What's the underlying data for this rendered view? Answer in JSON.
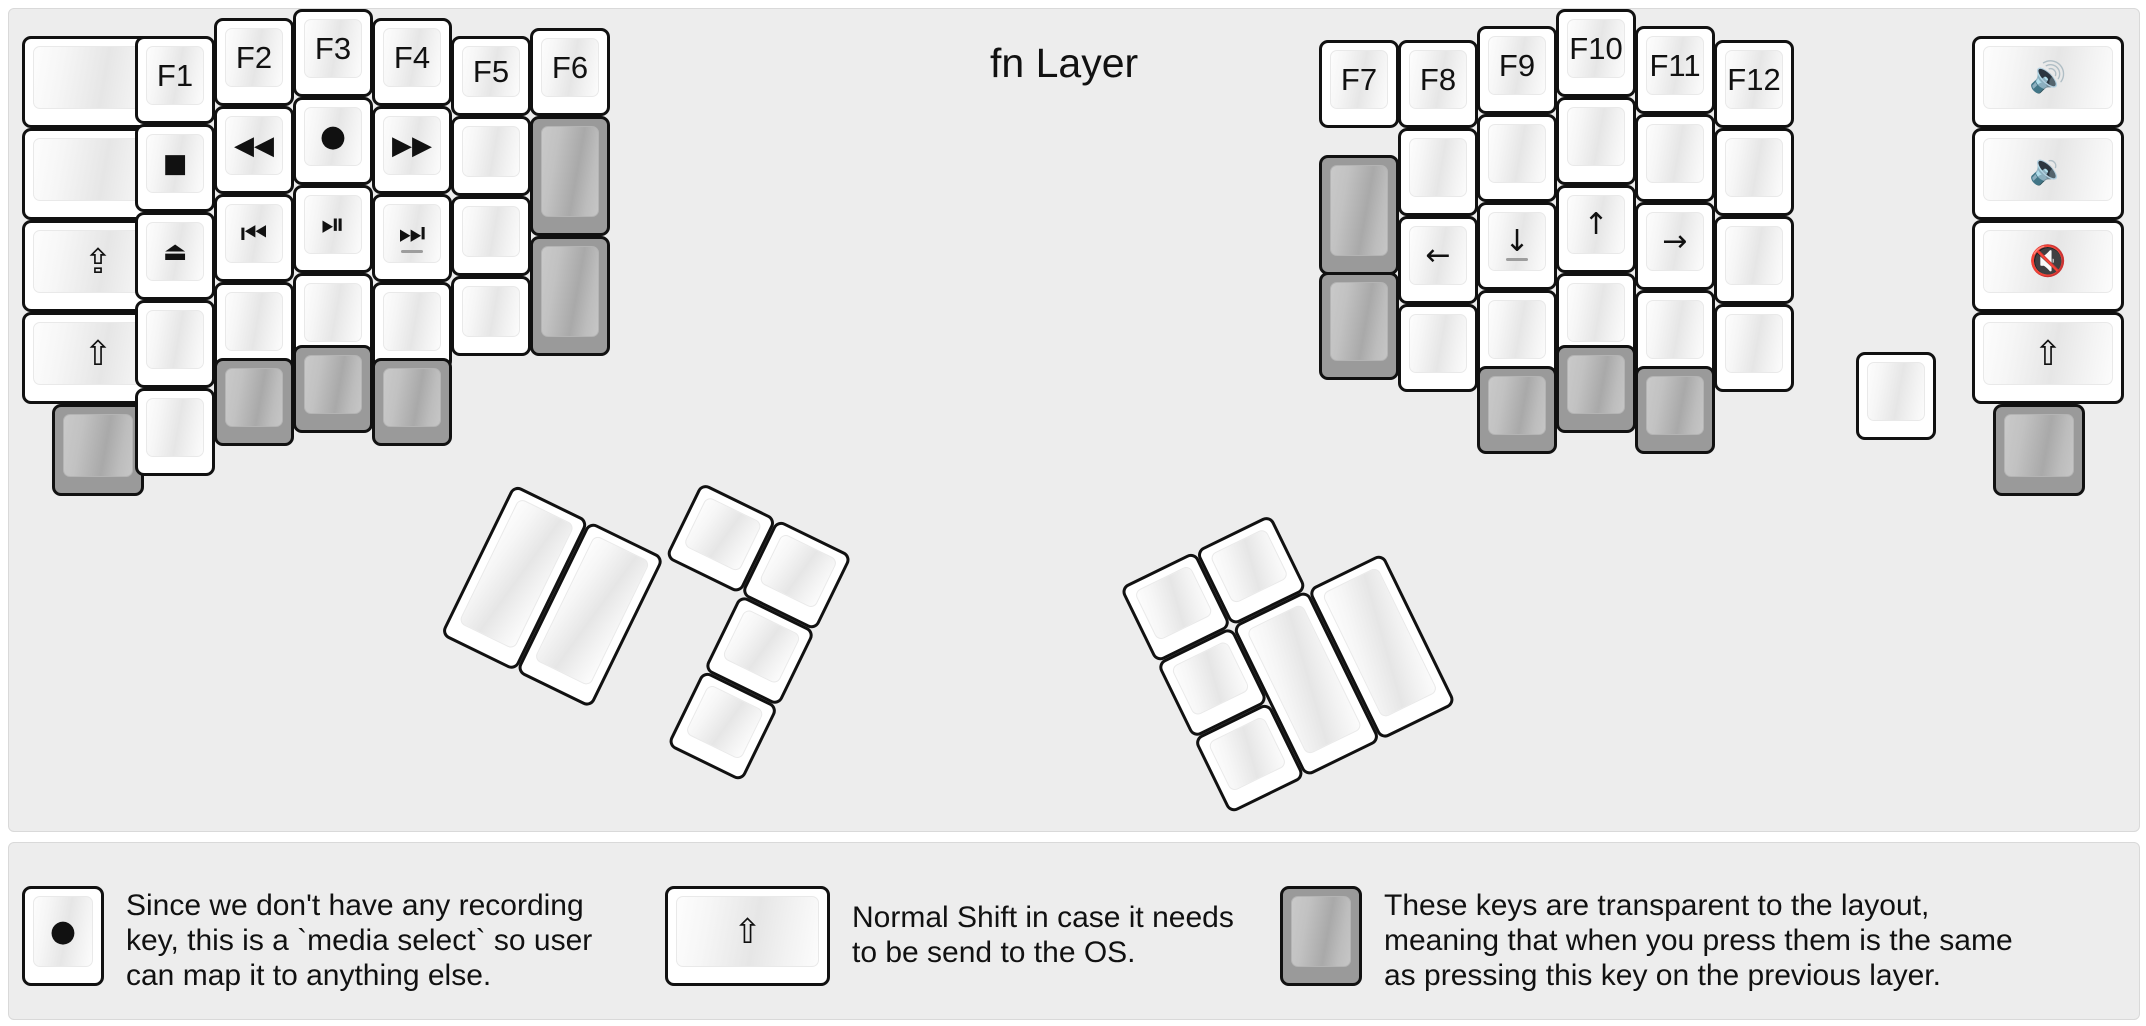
{
  "title": "fn Layer",
  "colors": {
    "background": "#ededed",
    "key_face": "#ffffff",
    "key_outline": "#111111",
    "transparent_key": "#9a9a9a",
    "text": "#111111"
  },
  "glyphs": {
    "record": "●",
    "stop": "■",
    "eject": "⏏",
    "rewind": "◀◀",
    "fast_forward": "▶▶",
    "prev_track": "⏮",
    "play_pause": "⏯",
    "next_track": "⏭",
    "caps_lock": "⇪",
    "shift": "⇧",
    "arrow_left": "←",
    "arrow_down": "↓",
    "arrow_up": "↑",
    "arrow_right": "→",
    "volume_up": "🔊",
    "volume_down": "🔉",
    "volume_mute": "🔇"
  },
  "left_half": {
    "columns": [
      {
        "name": "col-outer-left",
        "keys": [
          {
            "label": "",
            "icon": "",
            "type": "normal",
            "size": "1.5u"
          },
          {
            "label": "",
            "icon": "",
            "type": "normal",
            "size": "1.5u"
          },
          {
            "label": "",
            "icon": "caps-lock-icon",
            "glyph": "⇪",
            "type": "normal",
            "size": "1.5u"
          },
          {
            "label": "",
            "icon": "shift-icon",
            "glyph": "⇧",
            "type": "normal",
            "size": "1.5u"
          },
          {
            "label": "",
            "icon": "",
            "type": "transparent",
            "size": "1u"
          }
        ]
      },
      {
        "name": "col-f1",
        "keys": [
          {
            "label": "F1",
            "type": "normal"
          },
          {
            "label": "",
            "icon": "stop-icon",
            "glyph": "■",
            "type": "normal"
          },
          {
            "label": "",
            "icon": "eject-icon",
            "glyph": "⏏",
            "type": "normal"
          },
          {
            "label": "",
            "type": "normal"
          },
          {
            "label": "",
            "type": "normal"
          }
        ]
      },
      {
        "name": "col-f2",
        "keys": [
          {
            "label": "F2",
            "type": "normal"
          },
          {
            "label": "",
            "icon": "rewind-icon",
            "glyph": "◀◀",
            "type": "normal"
          },
          {
            "label": "",
            "icon": "previous-track-icon",
            "glyph": "⏮",
            "type": "normal"
          },
          {
            "label": "",
            "type": "normal"
          },
          {
            "label": "",
            "type": "transparent"
          }
        ]
      },
      {
        "name": "col-f3",
        "keys": [
          {
            "label": "F3",
            "type": "normal"
          },
          {
            "label": "",
            "icon": "record-icon",
            "glyph": "●",
            "type": "normal"
          },
          {
            "label": "",
            "icon": "play-pause-icon",
            "glyph": "⏯",
            "type": "normal"
          },
          {
            "label": "",
            "type": "normal"
          },
          {
            "label": "",
            "type": "transparent"
          }
        ]
      },
      {
        "name": "col-f4",
        "keys": [
          {
            "label": "F4",
            "type": "normal"
          },
          {
            "label": "",
            "icon": "fast-forward-icon",
            "glyph": "▶▶",
            "type": "normal"
          },
          {
            "label": "",
            "icon": "next-track-icon",
            "glyph": "⏭",
            "type": "normal",
            "undermark": true
          },
          {
            "label": "",
            "type": "normal"
          },
          {
            "label": "",
            "type": "transparent"
          }
        ]
      },
      {
        "name": "col-f5",
        "keys": [
          {
            "label": "F5",
            "type": "normal"
          },
          {
            "label": "",
            "type": "normal"
          },
          {
            "label": "",
            "type": "normal"
          },
          {
            "label": "",
            "type": "normal"
          }
        ]
      },
      {
        "name": "col-f6",
        "keys": [
          {
            "label": "F6",
            "type": "normal"
          },
          {
            "label": "",
            "type": "transparent",
            "size": "1.5u-tall"
          },
          {
            "label": "",
            "type": "transparent",
            "size": "1.5u-tall"
          }
        ]
      }
    ],
    "thumb_cluster": {
      "name": "left-thumb-cluster",
      "keys": [
        {
          "label": "",
          "type": "normal",
          "size": "2u"
        },
        {
          "label": "",
          "type": "normal",
          "size": "2u"
        },
        {
          "label": "",
          "type": "normal",
          "size": "1u"
        },
        {
          "label": "",
          "type": "normal",
          "size": "1u"
        },
        {
          "label": "",
          "type": "normal",
          "size": "1u"
        },
        {
          "label": "",
          "type": "normal",
          "size": "1u"
        }
      ]
    }
  },
  "right_half": {
    "columns": [
      {
        "name": "col-f7",
        "keys": [
          {
            "label": "F7",
            "type": "normal"
          },
          {
            "label": "",
            "type": "transparent",
            "size": "1.5u-tall"
          },
          {
            "label": "",
            "type": "transparent",
            "size": "1.5u-tall"
          }
        ]
      },
      {
        "name": "col-f8",
        "keys": [
          {
            "label": "F8",
            "type": "normal"
          },
          {
            "label": "",
            "type": "normal"
          },
          {
            "label": "",
            "icon": "arrow-left-icon",
            "glyph": "←",
            "type": "normal"
          },
          {
            "label": "",
            "type": "normal"
          }
        ]
      },
      {
        "name": "col-f9",
        "keys": [
          {
            "label": "F9",
            "type": "normal"
          },
          {
            "label": "",
            "type": "normal"
          },
          {
            "label": "",
            "icon": "arrow-down-icon",
            "glyph": "↓",
            "type": "normal",
            "undermark": true
          },
          {
            "label": "",
            "type": "normal"
          },
          {
            "label": "",
            "type": "transparent"
          }
        ]
      },
      {
        "name": "col-f10",
        "keys": [
          {
            "label": "F10",
            "type": "normal"
          },
          {
            "label": "",
            "type": "normal"
          },
          {
            "label": "",
            "icon": "arrow-up-icon",
            "glyph": "↑",
            "type": "normal"
          },
          {
            "label": "",
            "type": "normal"
          },
          {
            "label": "",
            "type": "transparent"
          }
        ]
      },
      {
        "name": "col-f11",
        "keys": [
          {
            "label": "F11",
            "type": "normal"
          },
          {
            "label": "",
            "type": "normal"
          },
          {
            "label": "",
            "icon": "arrow-right-icon",
            "glyph": "→",
            "type": "normal"
          },
          {
            "label": "",
            "type": "normal"
          },
          {
            "label": "",
            "type": "transparent"
          }
        ]
      },
      {
        "name": "col-f12",
        "keys": [
          {
            "label": "F12",
            "type": "normal"
          },
          {
            "label": "",
            "type": "normal"
          },
          {
            "label": "",
            "type": "normal"
          },
          {
            "label": "",
            "type": "normal"
          },
          {
            "label": "",
            "type": "normal"
          }
        ]
      },
      {
        "name": "col-outer-right",
        "keys": [
          {
            "label": "",
            "icon": "volume-up-icon",
            "glyph": "🔊",
            "type": "normal",
            "size": "1.5u"
          },
          {
            "label": "",
            "icon": "volume-down-icon",
            "glyph": "🔉",
            "type": "normal",
            "size": "1.5u"
          },
          {
            "label": "",
            "icon": "volume-mute-icon",
            "glyph": "🔇",
            "type": "normal",
            "size": "1.5u"
          },
          {
            "label": "",
            "icon": "shift-icon",
            "glyph": "⇧",
            "type": "normal",
            "size": "1.5u"
          },
          {
            "label": "",
            "type": "transparent",
            "size": "1u"
          }
        ]
      }
    ],
    "thumb_cluster": {
      "name": "right-thumb-cluster",
      "keys": [
        {
          "label": "",
          "type": "normal",
          "size": "1u"
        },
        {
          "label": "",
          "type": "normal",
          "size": "1u"
        },
        {
          "label": "",
          "type": "normal",
          "size": "1u"
        },
        {
          "label": "",
          "type": "normal",
          "size": "1u"
        },
        {
          "label": "",
          "type": "normal",
          "size": "2u"
        },
        {
          "label": "",
          "type": "normal",
          "size": "2u"
        }
      ]
    }
  },
  "legend": [
    {
      "key_glyph": "●",
      "key_icon": "record-icon",
      "key_type": "normal",
      "text": "Since we don't have any recording\nkey, this is a `media select` so user\ncan map it to anything else."
    },
    {
      "key_glyph": "⇧",
      "key_icon": "shift-icon",
      "key_type": "normal",
      "text": "Normal Shift in case it needs\nto be send to the OS."
    },
    {
      "key_glyph": "",
      "key_icon": "transparent-key-icon",
      "key_type": "transparent",
      "text": "These keys are transparent to the layout,\nmeaning that when you press them is the same\nas pressing this key on the previous layer."
    }
  ]
}
